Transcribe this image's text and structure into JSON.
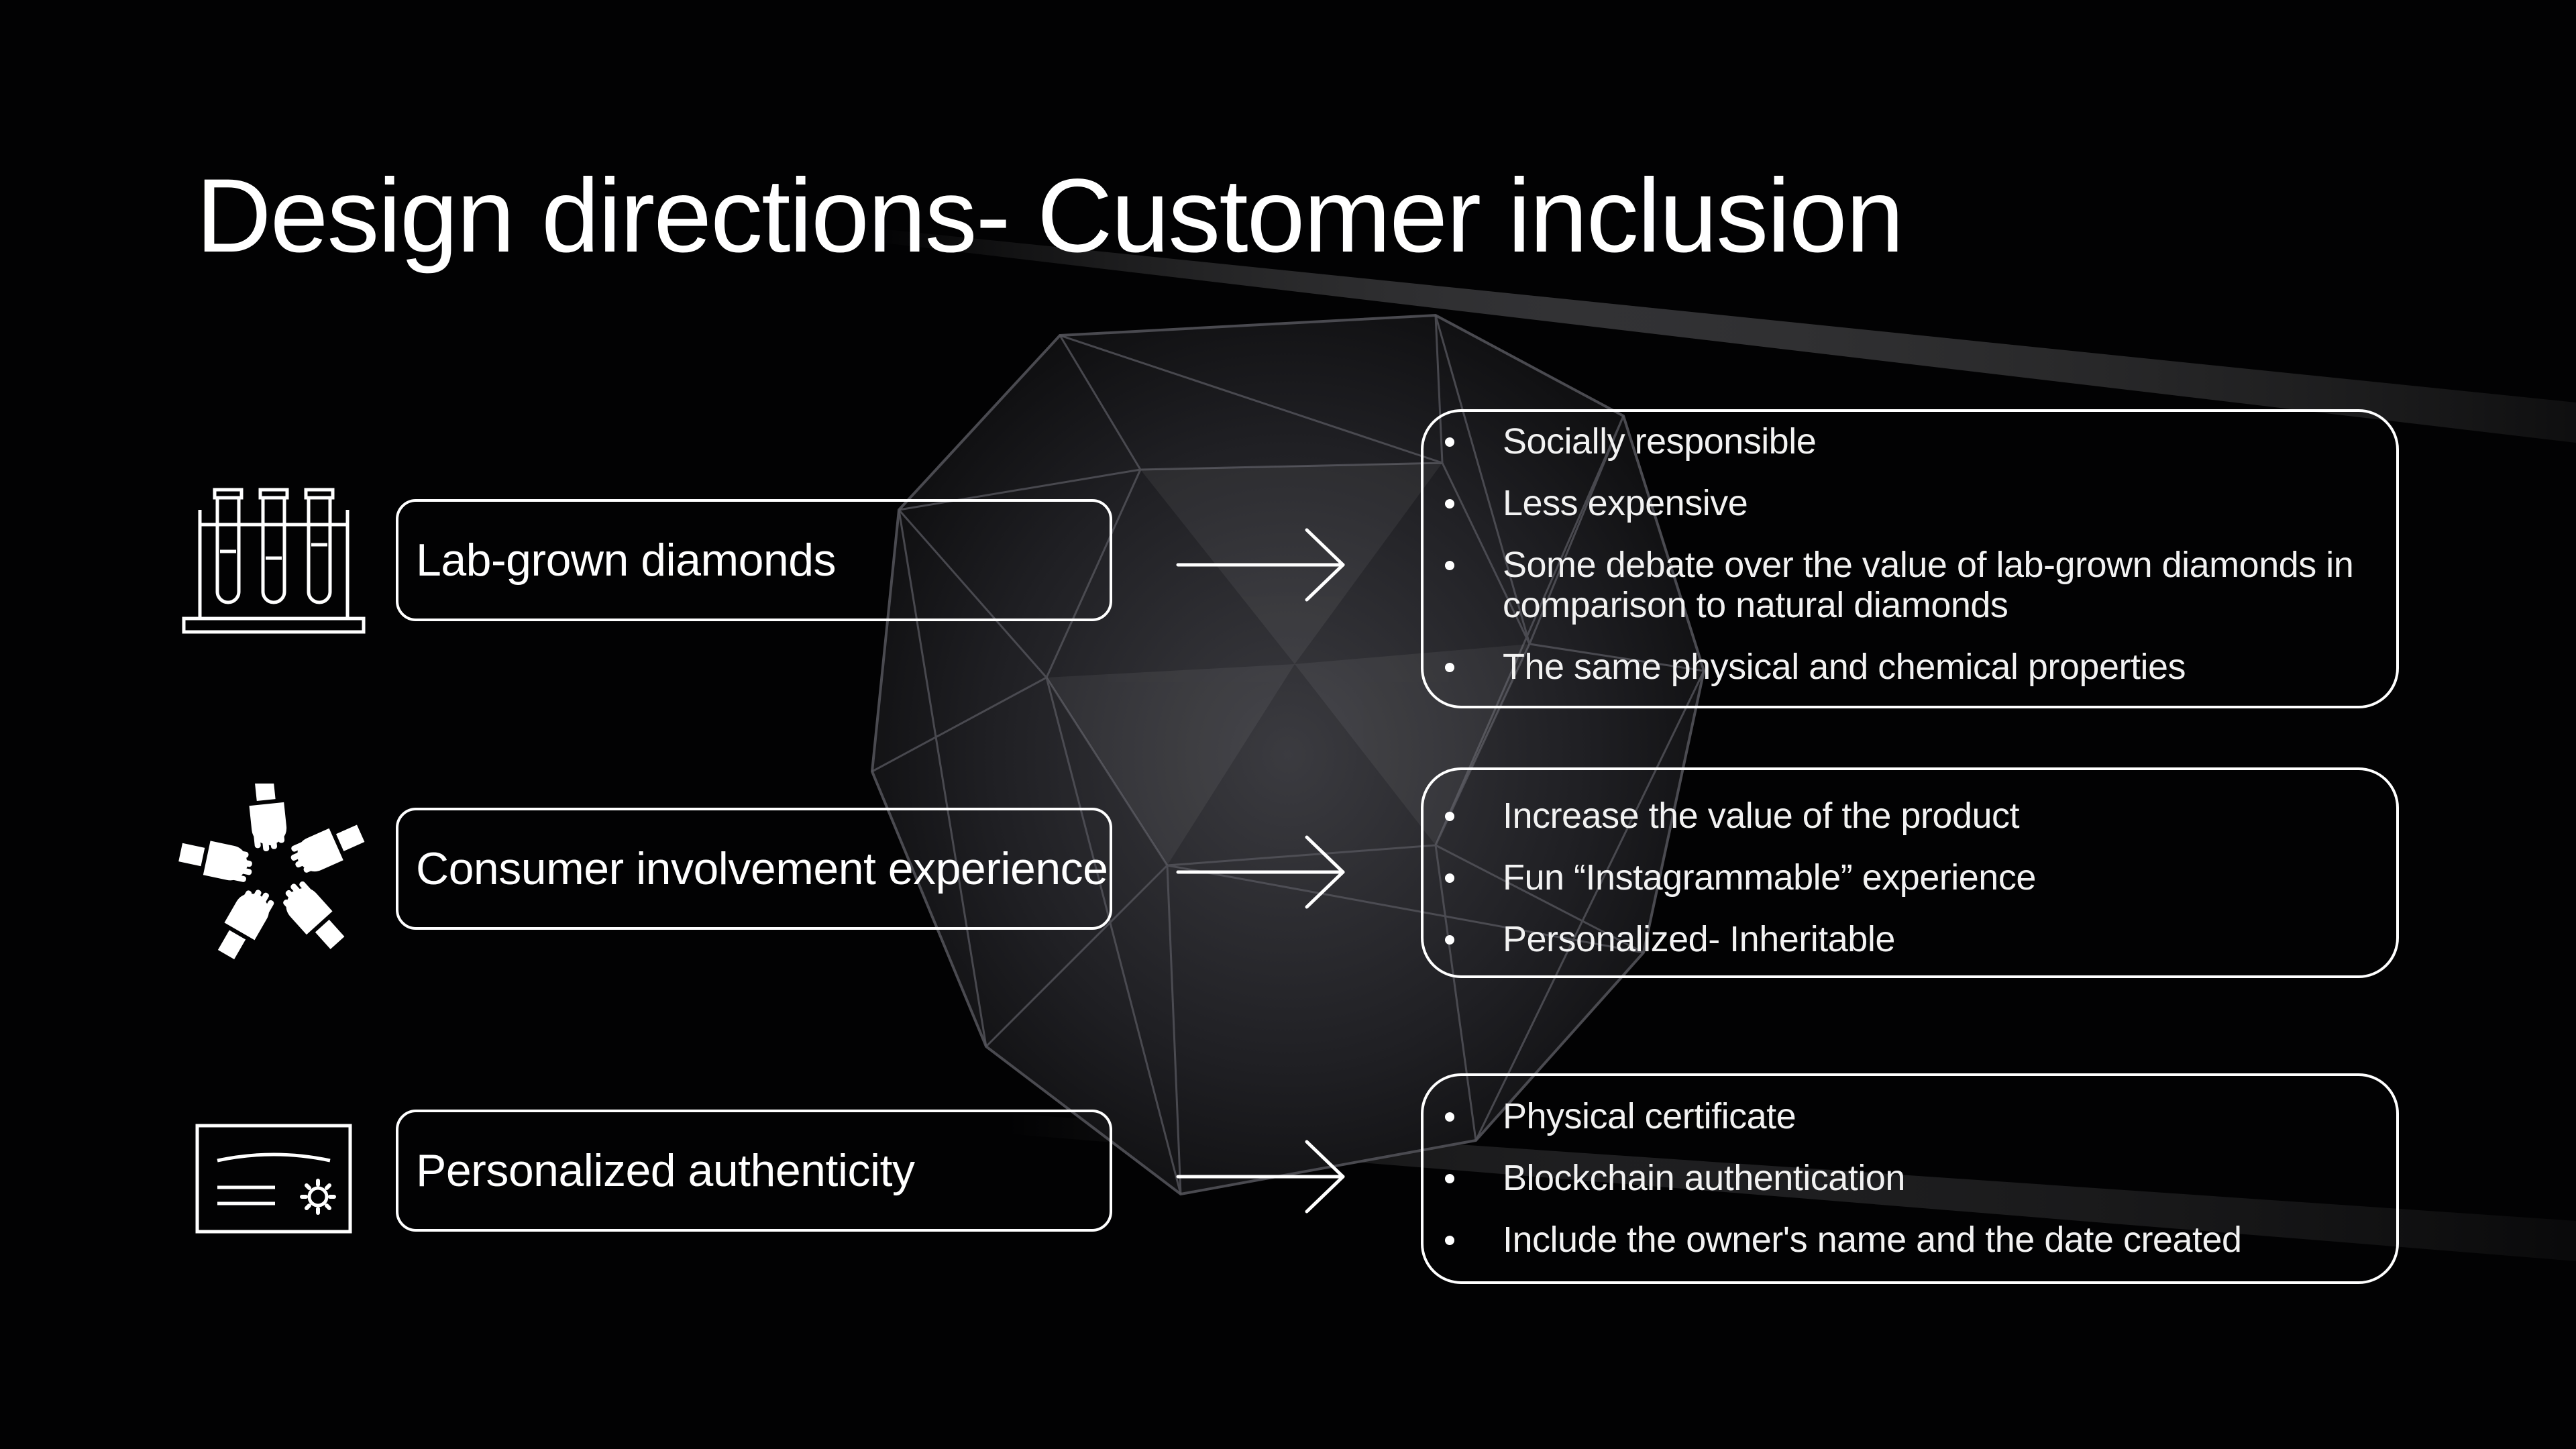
{
  "slide": {
    "title": "Design directions- Customer inclusion"
  },
  "rows": [
    {
      "icon": "test-tubes-icon",
      "label": "Lab-grown diamonds",
      "bullets": [
        "Socially responsible",
        "Less expensive",
        "Some debate over the value of lab-grown diamonds in comparison to natural diamonds",
        "The same physical and chemical properties"
      ]
    },
    {
      "icon": "hands-together-icon",
      "label": "Consumer involvement experience",
      "bullets": [
        "Increase the value of the product",
        "Fun “Instagrammable” experience",
        "Personalized- Inheritable"
      ]
    },
    {
      "icon": "certificate-icon",
      "label": "Personalized authenticity",
      "bullets": [
        "Physical certificate",
        "Blockchain authentication",
        "Include the owner's name and the date created"
      ]
    }
  ],
  "colors": {
    "background": "#000000",
    "foreground": "#ffffff",
    "gem": "#2a2a2e"
  }
}
